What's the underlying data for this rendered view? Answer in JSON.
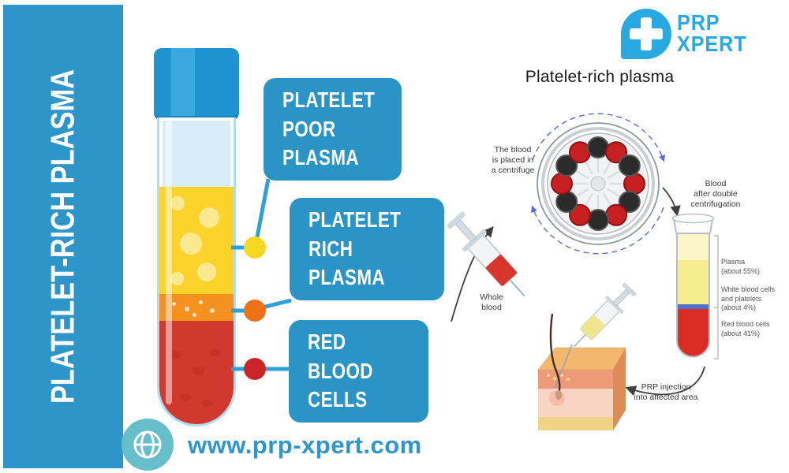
{
  "colors": {
    "sidebar_blue": "#2E95C8",
    "callout_blue": "#2B94C7",
    "logo_blue": "#29A9E1",
    "connector_blue": "#2E9FD8",
    "plasma_yellow": "#FCD32B",
    "buffy_coat_orange": "#F5911E",
    "red_blood_cells_red": "#D2392E",
    "dot_yellow": "#F7D720",
    "dot_orange": "#EE7115",
    "dot_red": "#CB2429",
    "url_blue": "#2D96CE",
    "globe_teal": "#66BECB"
  },
  "sidebar": {
    "title": "PLATELET-RICH PLASMA"
  },
  "logo": {
    "line1": "PRP",
    "line2": "XPERT"
  },
  "callouts": [
    {
      "lines": [
        "PLATELET",
        "POOR",
        "PLASMA"
      ]
    },
    {
      "lines": [
        "PLATELET",
        "RICH",
        "PLASMA"
      ]
    },
    {
      "lines": [
        "RED",
        "BLOOD",
        "CELLS"
      ]
    }
  ],
  "diagram": {
    "title": "Platelet-rich plasma",
    "step_centrifuge": {
      "lines": [
        "The blood",
        "is placed in",
        "a centrifuge"
      ]
    },
    "step_after": {
      "lines": [
        "Blood",
        "after double",
        "centrifugation"
      ]
    },
    "step_whole_blood": {
      "lines": [
        "Whole",
        "blood"
      ]
    },
    "step_injection": {
      "lines": [
        "PRP injection",
        "into affected area"
      ]
    },
    "tube_labels": [
      {
        "lines": [
          "Plasma",
          "(about 55%)"
        ]
      },
      {
        "lines": [
          "White blood cells",
          "and platelets",
          "(about 4%)"
        ]
      },
      {
        "lines": [
          "Red blood cells",
          "(about 41%)"
        ]
      }
    ]
  },
  "footer": {
    "website": "www.prp-xpert.com"
  }
}
